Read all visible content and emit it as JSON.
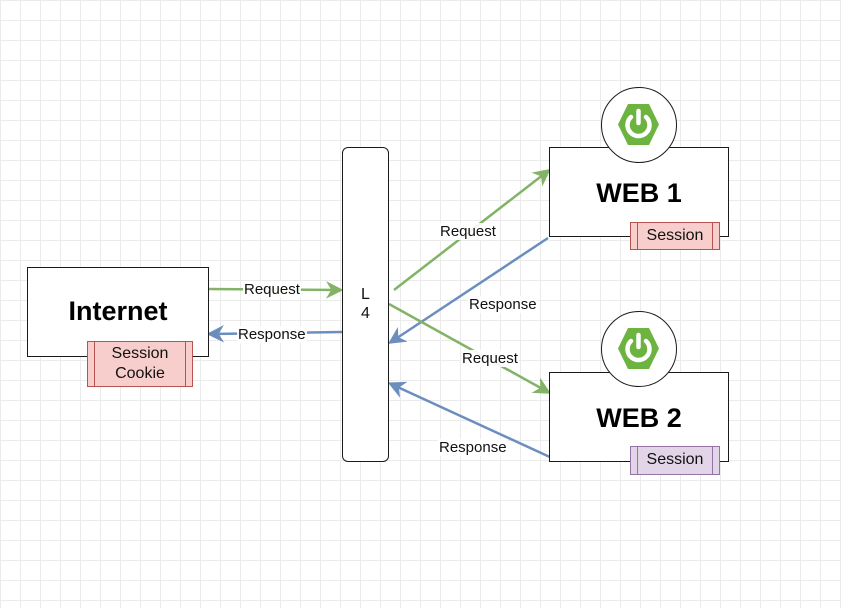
{
  "internet": {
    "title": "Internet",
    "tag_line1": "Session",
    "tag_line2": "Cookie"
  },
  "l4": {
    "line1": "L",
    "line2": "4"
  },
  "web1": {
    "title": "WEB 1",
    "tag": "Session",
    "icon": "spring-power-icon"
  },
  "web2": {
    "title": "WEB 2",
    "tag": "Session",
    "icon": "spring-power-icon"
  },
  "edges": {
    "internet_to_l4": "Request",
    "l4_to_internet": "Response",
    "l4_to_web1": "Request",
    "web1_to_l4": "Response",
    "l4_to_web2": "Request",
    "web2_to_l4": "Response"
  },
  "colors": {
    "request": "#82b366",
    "response": "#6c8ebf",
    "spring_green": "#6db33f",
    "session_red_fill": "#f8cecc",
    "session_purple_fill": "#e1d5e7"
  }
}
